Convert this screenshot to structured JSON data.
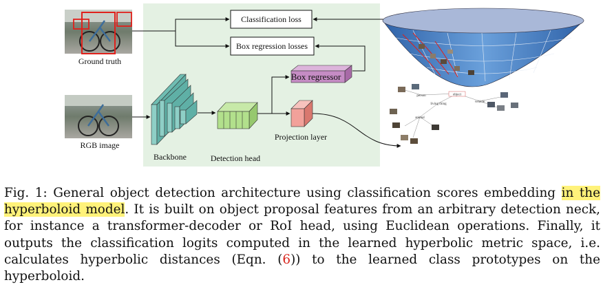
{
  "figure": {
    "ground_truth_label": "Ground truth",
    "rgb_image_label": "RGB image",
    "classification_loss": "Classification loss",
    "box_regression_losses": "Box regression losses",
    "box_regressor": "Box regressor",
    "projection_layer": "Projection layer",
    "backbone": "Backbone",
    "detection_head": "Detection head",
    "tree_nodes": [
      "object",
      "living thing",
      "person",
      "animal",
      "vehicle"
    ],
    "colors": {
      "panel": "#e4f1e3",
      "backbone": "#8ecfc6",
      "detection_head": "#b2e08c",
      "box_regressor": "#c58cc4",
      "projection_layer": "#f2a19a",
      "bbox_red": "#e0201b",
      "bowl_top": "#a9b8d8",
      "bowl_body": "#4f86c6"
    }
  },
  "caption": {
    "prefix": "Fig. 1: General object detection architecture using classification scores embedding ",
    "highlight": "in the hyperboloid model",
    "body_1": ". It is built on object proposal features from an arbitrary detection neck, for instance a transformer-decoder or RoI head, using Euclidean operations. Finally, it outputs the classification logits computed in the learned hyperbolic metric space, i.e. calculates hyperbolic distances (Eqn. (",
    "eqn_ref": "6",
    "body_2": ")) to the learned class prototypes on the hyperboloid."
  }
}
